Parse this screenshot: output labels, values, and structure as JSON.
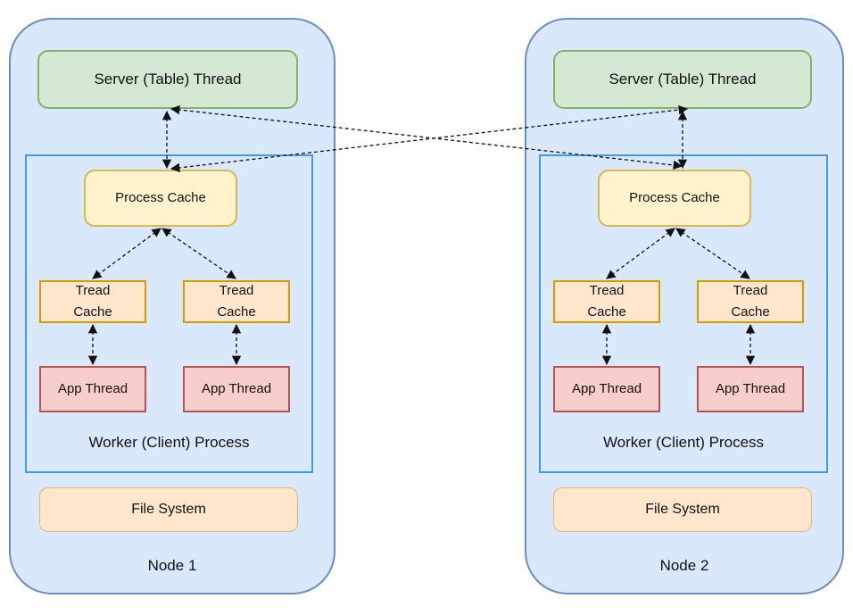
{
  "nodes": [
    {
      "name": "Node 1",
      "server": "Server (Table) Thread",
      "worker": "Worker (Client) Process",
      "process_cache": "Process Cache",
      "thread_caches": [
        "Tread\nCache",
        "Tread\nCache"
      ],
      "app_threads": [
        "App Thread",
        "App Thread"
      ],
      "file_system": "File System"
    },
    {
      "name": "Node 2",
      "server": "Server (Table) Thread",
      "worker": "Worker (Client) Process",
      "process_cache": "Process Cache",
      "thread_caches": [
        "Tread\nCache",
        "Tread\nCache"
      ],
      "app_threads": [
        "App Thread",
        "App Thread"
      ],
      "file_system": "File System"
    }
  ],
  "colors": {
    "node_fill": "#dae8fc",
    "node_stroke": "#6c8ebf",
    "server_fill": "#d5e8d4",
    "server_stroke": "#82b366",
    "worker_stroke": "#3d9be9",
    "process_cache_fill": "#fff2cc",
    "process_cache_stroke": "#d6b656",
    "thread_cache_fill": "#ffe6cc",
    "thread_cache_stroke": "#d79b00",
    "app_thread_fill": "#f8cecc",
    "app_thread_stroke": "#b85450",
    "file_system_fill": "#ffe6cc"
  }
}
